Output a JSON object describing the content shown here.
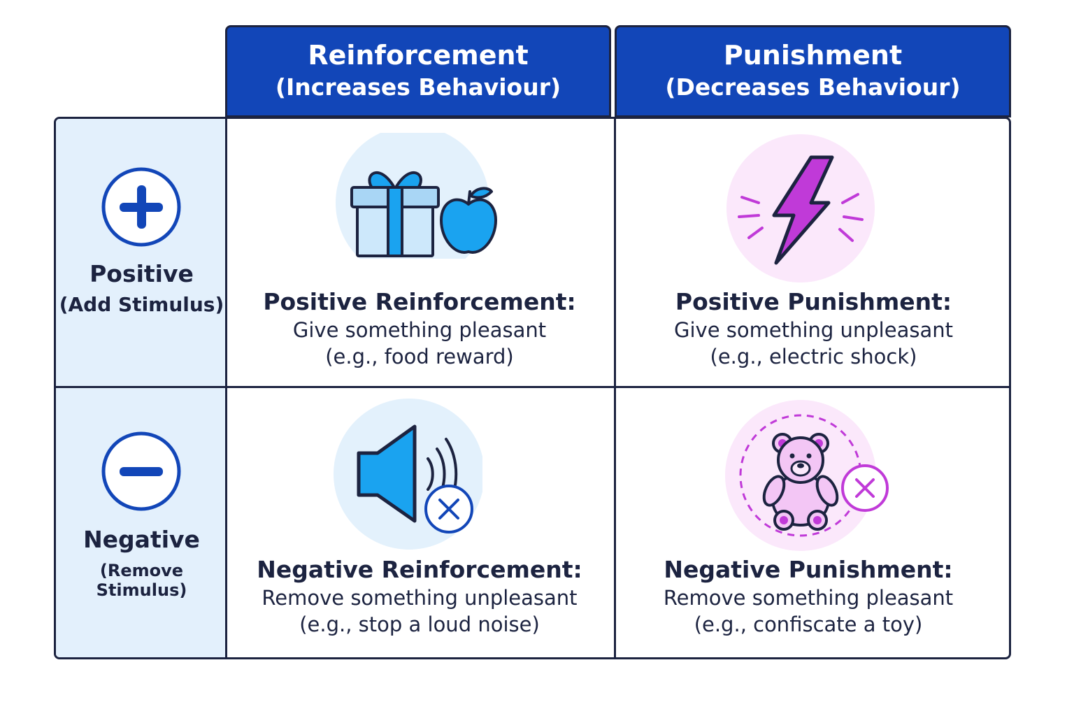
{
  "columns": {
    "reinforcement": {
      "title": "Reinforcement",
      "subtitle": "(Increases Behaviour)"
    },
    "punishment": {
      "title": "Punishment",
      "subtitle": "(Decreases Behaviour)"
    }
  },
  "rows": {
    "positive": {
      "title": "Positive",
      "subtitle": "(Add Stimulus)",
      "icon": "plus-circle-icon"
    },
    "negative": {
      "title": "Negative",
      "subtitle": "(Remove Stimulus)",
      "icon": "minus-circle-icon"
    }
  },
  "cells": {
    "positive_reinforcement": {
      "title": "Positive Reinforcement:",
      "line1": "Give something pleasant",
      "line2": "(e.g., food reward)",
      "icon": "gift-and-apple-icon"
    },
    "positive_punishment": {
      "title": "Positive Punishment:",
      "line1": "Give something unpleasant",
      "line2": "(e.g., electric shock)",
      "icon": "lightning-bolt-icon"
    },
    "negative_reinforcement": {
      "title": "Negative Reinforcement:",
      "line1": "Remove something unpleasant",
      "line2": "(e.g., stop a loud noise)",
      "icon": "muted-speaker-icon"
    },
    "negative_punishment": {
      "title": "Negative Punishment:",
      "line1": "Remove something pleasant",
      "line2": "(e.g., confiscate a toy)",
      "icon": "teddy-bear-removed-icon"
    }
  },
  "colors": {
    "header_blue": "#1246b8",
    "outline": "#1c2340",
    "row_label_bg": "#e3f0fc",
    "icon_blue": "#1aa3f0",
    "icon_purple": "#c03ad8",
    "punish_circle_bg": "#fbe8fb",
    "reinf_circle_bg": "#e3f1fc"
  }
}
